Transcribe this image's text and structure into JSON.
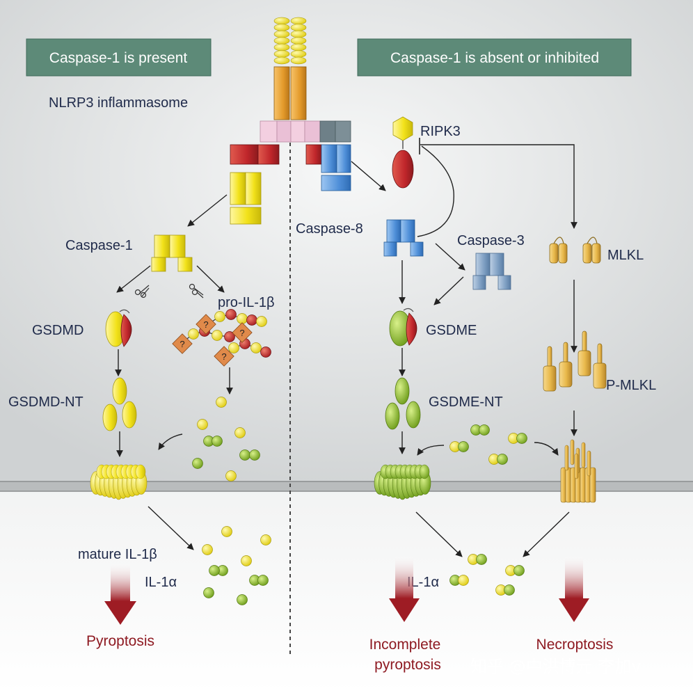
{
  "headers": {
    "left": "Caspase-1 is present",
    "right": "Caspase-1 is absent or inhibited"
  },
  "labels": {
    "nlrp3": "NLRP3 inflammasome",
    "caspase1": "Caspase-1",
    "gsdmd": "GSDMD",
    "pro_il1b": "pro-IL-1β",
    "gsdmd_nt": "GSDMD-NT",
    "mature_il1b": "mature IL-1β",
    "il1a_left": "IL-1α",
    "ripk3": "RIPK3",
    "caspase8": "Caspase-8",
    "caspase3": "Caspase-3",
    "mlkl": "MLKL",
    "gsdme": "GSDME",
    "p_mlkl": "P-MLKL",
    "gsdme_nt": "GSDME-NT",
    "il1a_right": "IL-1α",
    "question": "?"
  },
  "outcomes": {
    "pyroptosis": "Pyroptosis",
    "incomplete_line1": "Incomplete",
    "incomplete_line2": "pyroptosis",
    "necroptosis": "Necroptosis"
  },
  "watermark": "知乎 @中洪博元 李加v",
  "colors": {
    "header_bg": "#5d8a78",
    "label_text": "#1f2a4a",
    "outcome_text": "#8e1a22",
    "caspase1_yellow": "#f2e21a",
    "caspase8_blue": "#4f8fd8",
    "caspase3_blue": "#7d9ec2",
    "gsdme_green": "#8cb82a",
    "mlkl_gold": "#e8b84a",
    "ripk3_red": "#c0262b",
    "membrane_gray": "#9a9a9a"
  }
}
